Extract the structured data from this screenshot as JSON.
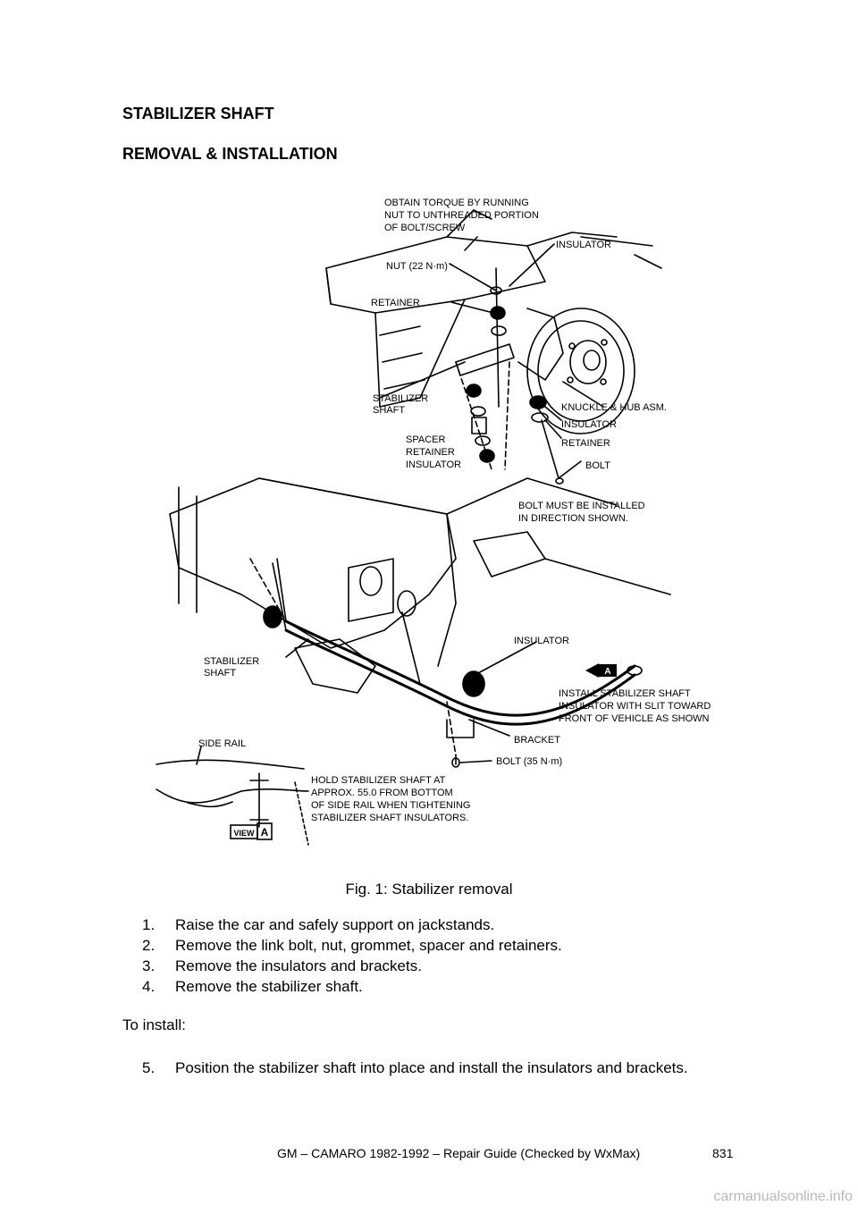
{
  "heading": "STABILIZER SHAFT",
  "subheading": "REMOVAL & INSTALLATION",
  "figure": {
    "labels": {
      "torque": [
        "OBTAIN TORQUE BY RUNNING",
        "NUT TO UNTHREADED PORTION",
        "OF BOLT/SCREW"
      ],
      "insulator_top": "INSULATOR",
      "nut": "NUT (22 N·m)",
      "retainer_top": "RETAINER",
      "stabilizer_top": [
        "STABILIZER",
        "SHAFT"
      ],
      "knuckle": "KNUCKLE & HUB ASM.",
      "insulator_mid": "INSULATOR",
      "retainer_mid": "RETAINER",
      "bolt": "BOLT",
      "stack": [
        "SPACER",
        "RETAINER",
        "INSULATOR"
      ],
      "bolt_direction": [
        "BOLT MUST BE INSTALLED",
        "IN DIRECTION SHOWN."
      ],
      "insulator_low": "INSULATOR",
      "stabilizer_low": [
        "STABILIZER",
        "SHAFT"
      ],
      "install_note": [
        "INSTALL STABILIZER SHAFT",
        "INSULATOR WITH SLIT TOWARD",
        "FRONT OF VEHICLE AS SHOWN"
      ],
      "bracket": "BRACKET",
      "side_rail": "SIDE RAIL",
      "bolt_35": "BOLT (35 N·m)",
      "hold_note": [
        "HOLD STABILIZER SHAFT AT",
        "APPROX. 55.0 FROM BOTTOM",
        "OF SIDE RAIL WHEN TIGHTENING",
        "STABILIZER SHAFT INSULATORS."
      ],
      "view": "VIEW",
      "view_letter": "A",
      "arrow_letter": "A"
    }
  },
  "caption": "Fig. 1: Stabilizer removal",
  "steps": [
    {
      "num": "1.",
      "text": "Raise the car and safely support on jackstands."
    },
    {
      "num": "2.",
      "text": "Remove the link bolt, nut, grommet, spacer and retainers."
    },
    {
      "num": "3.",
      "text": "Remove the insulators and brackets."
    },
    {
      "num": "4.",
      "text": "Remove the stabilizer shaft."
    }
  ],
  "to_install": "To install:",
  "steps2": [
    {
      "num": "5.",
      "text": "Position the stabilizer shaft into place and install the insulators and brackets."
    }
  ],
  "footer": "GM – CAMARO 1982-1992 – Repair Guide (Checked by WxMax)",
  "page_number": "831",
  "watermark": "carmanualsonline.info"
}
